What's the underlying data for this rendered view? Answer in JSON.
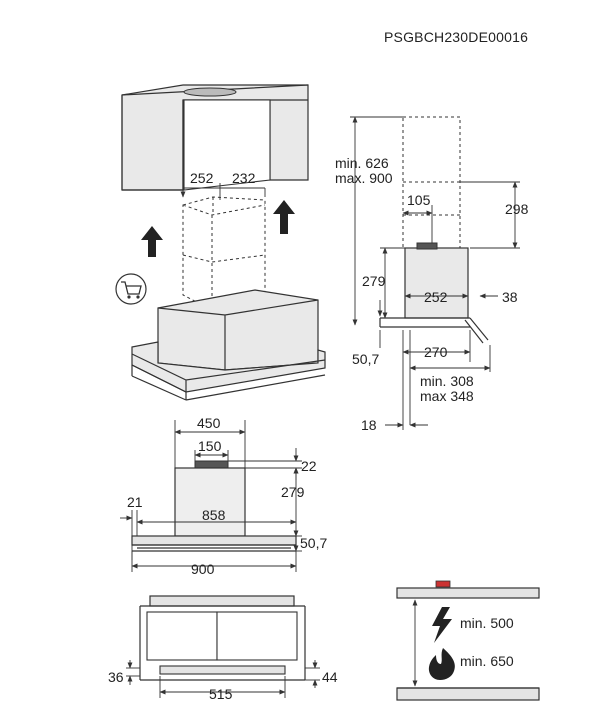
{
  "header": {
    "code": "PSGBCH230DE00016"
  },
  "view_perspective": {
    "chimney_width": "252",
    "chimney_depth": "232"
  },
  "view_side": {
    "height_range_min": "min. 626",
    "height_range_max": "max. 900",
    "top_offset": "298",
    "outlet_offset": "105",
    "body_height": "279",
    "body_depth": "252",
    "front_offset": "38",
    "base_depth": "270",
    "panel_thickness": "50,7",
    "cabinet_min": "min. 308",
    "cabinet_max": "max 348",
    "rear_offset": "18"
  },
  "view_front": {
    "body_width": "450",
    "outlet_width": "150",
    "outlet_height": "22",
    "body_height": "279",
    "side_offset": "21",
    "inner_width": "858",
    "panel_thickness": "50,7",
    "total_width": "900"
  },
  "view_bottom": {
    "left_margin": "36",
    "center_width": "515",
    "right_margin": "44"
  },
  "view_clearance": {
    "electric_min": "min. 500",
    "gas_min": "min. 650"
  },
  "icons": [
    "arrow-up-icon",
    "shopping-cart-icon",
    "lightning-icon",
    "flame-icon"
  ]
}
